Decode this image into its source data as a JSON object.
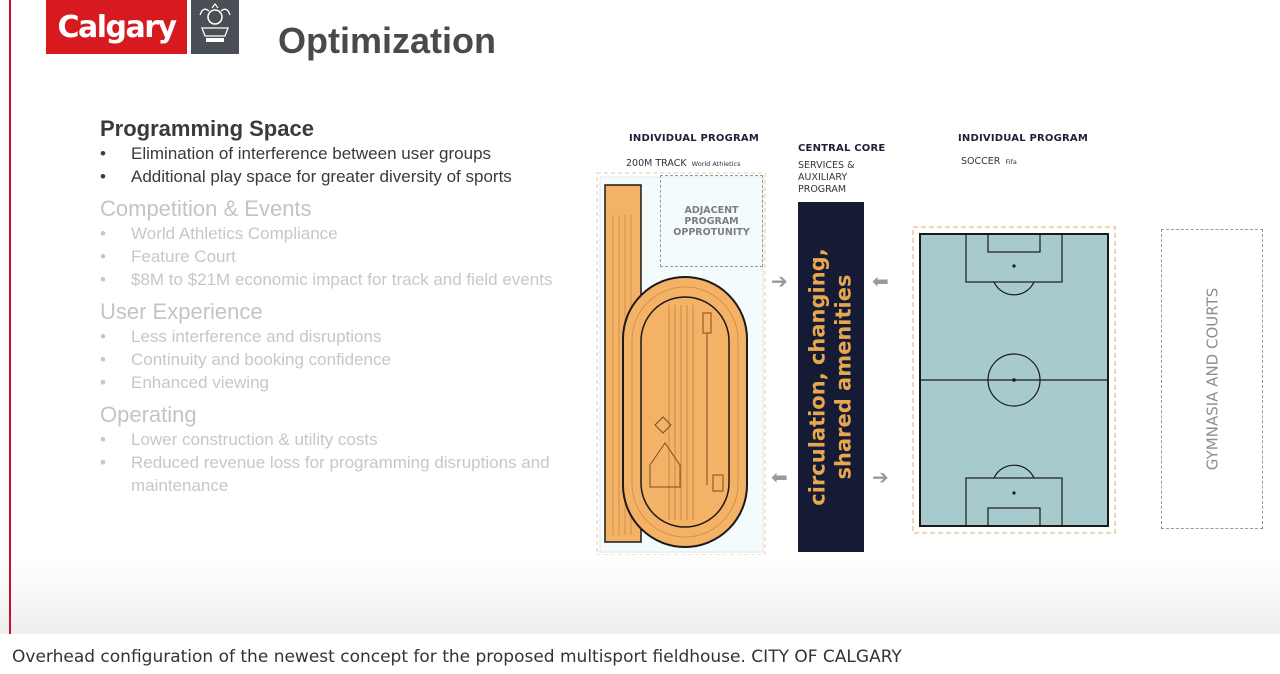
{
  "header": {
    "logo_text": "Calgary",
    "title": "Optimization"
  },
  "sections": [
    {
      "title": "Programming Space",
      "items": [
        "Elimination of interference between user groups",
        "Additional play space for greater diversity of sports"
      ]
    },
    {
      "title": "Competition & Events",
      "items": [
        "World Athletics Compliance",
        "Feature Court",
        "$8M to $21M economic impact for track and field events"
      ]
    },
    {
      "title": "User Experience",
      "items": [
        "Less interference and disruptions",
        "Continuity and booking confidence",
        "Enhanced viewing"
      ]
    },
    {
      "title": "Operating",
      "items": [
        "Lower construction & utility costs",
        "Reduced revenue loss for programming disruptions and maintenance"
      ]
    }
  ],
  "diagram": {
    "left_program": {
      "heading": "INDIVIDUAL PROGRAM",
      "sub": "200M TRACK",
      "sub_small": "World Athletics"
    },
    "core": {
      "heading": "CENTRAL CORE",
      "sub": "SERVICES &\nAUXILIARY\nPROGRAM",
      "band_text": "circulation, changing,\nshared amenities"
    },
    "right_program": {
      "heading": "INDIVIDUAL PROGRAM",
      "sub": "SOCCER",
      "sub_small": "Fifa"
    },
    "adjacent": "ADJACENT\nPROGRAM\nOPPROTUNITY",
    "gym": "GYMNASIA AND COURTS",
    "arrow_glyph": "➔",
    "arrow_glyph_left": "⬅",
    "colors": {
      "track": "#f4b266",
      "core": "#151b35",
      "core_text": "#e7a74f",
      "field": "#a7cbcd"
    }
  },
  "caption": "Overhead configuration of the newest concept for the proposed multisport fieldhouse. CITY OF CALGARY"
}
